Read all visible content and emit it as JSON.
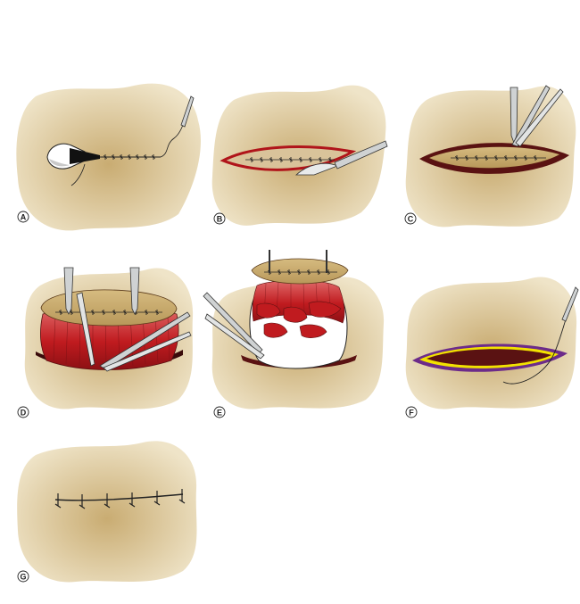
{
  "panels": [
    {
      "id": "A",
      "label": "A"
    },
    {
      "id": "B",
      "label": "B"
    },
    {
      "id": "C",
      "label": "C"
    },
    {
      "id": "D",
      "label": "D"
    },
    {
      "id": "E",
      "label": "E"
    },
    {
      "id": "F",
      "label": "F"
    },
    {
      "id": "G",
      "label": "G"
    }
  ],
  "colors": {
    "skin_center": "#c9ac72",
    "skin_edge": "#efe4c8",
    "wound_red": "#b0141a",
    "wound_dark": "#5a1212",
    "muscle_red": "#c01b1f",
    "suture_yellow": "#f2e200",
    "suture_purple": "#6c2b8a",
    "instrument_gray": "#cfd2d3",
    "skin_flap": "#c8aa6c"
  },
  "icons": [
    "needle-holder-icon",
    "forceps-icon",
    "scalpel-icon",
    "curved-needle-icon"
  ]
}
